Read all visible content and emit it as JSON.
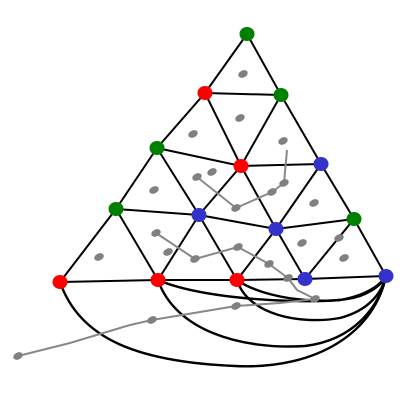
{
  "diagram": {
    "type": "triangulated-graph-with-dual-path",
    "colors": {
      "background": "#ffffff",
      "edge": "#000000",
      "dual": "#888888",
      "red": "#ff0000",
      "green": "#008000",
      "blue": "#3333cc",
      "gray": "#808080"
    },
    "vertex_color_counts": {
      "red": 5,
      "green": 5,
      "blue": 5
    },
    "dual_point_count": 25
  }
}
